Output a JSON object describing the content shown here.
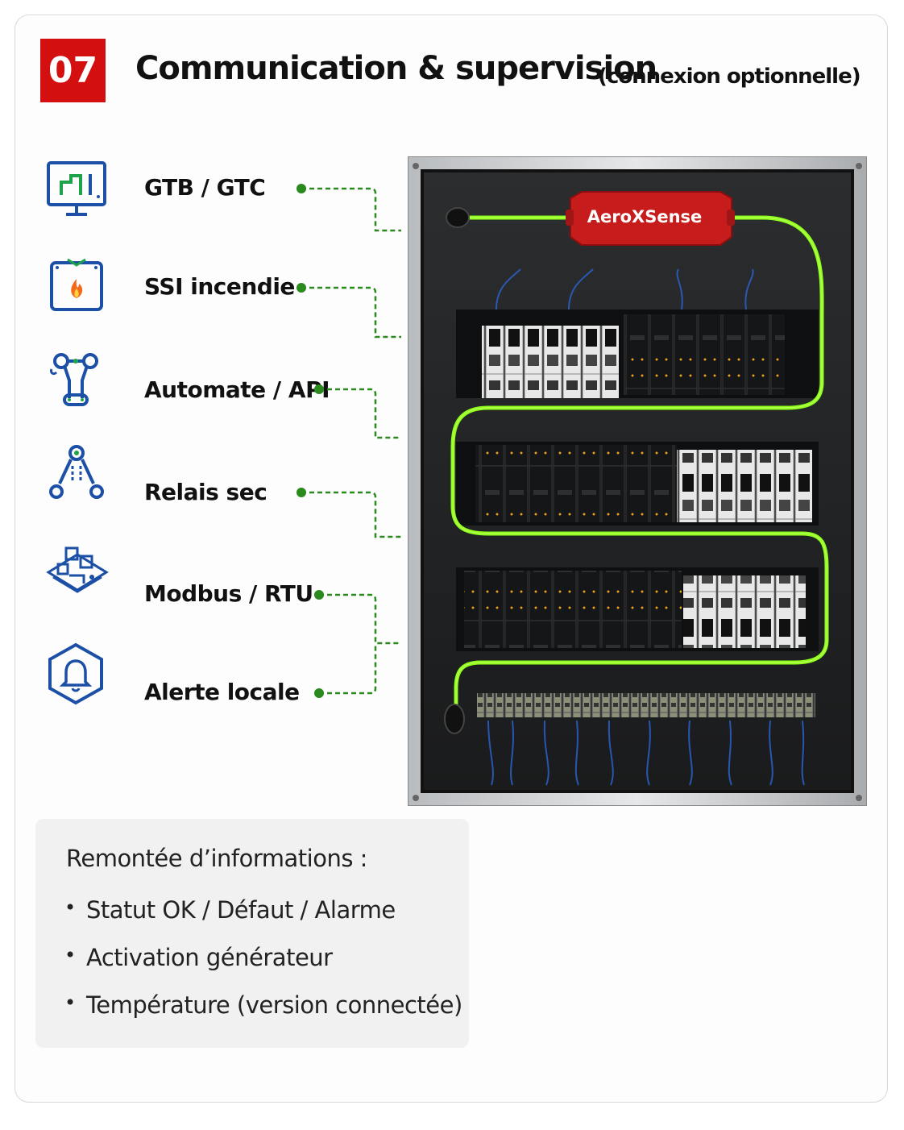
{
  "header": {
    "number": "07",
    "title": "Communication & supervision",
    "subtitle": "(connexion optionnelle)"
  },
  "interfaces": [
    {
      "label": "GTB / GTC",
      "icon": "monitor-chart-icon"
    },
    {
      "label": "SSI incendie",
      "icon": "fire-panel-icon"
    },
    {
      "label": "Automate / API",
      "icon": "plc-automation-icon"
    },
    {
      "label": "Relais sec",
      "icon": "relay-contact-icon"
    },
    {
      "label": "Modbus / RTU",
      "icon": "modbus-network-icon"
    },
    {
      "label": "Alerte locale",
      "icon": "bell-alert-icon"
    }
  ],
  "cabinet": {
    "device_label": "AeroXSense"
  },
  "info_box": {
    "title": "Remontée d’informations :",
    "items": [
      "Statut OK / Défaut / Alarme",
      "Activation générateur",
      "Température (version connectée)"
    ]
  },
  "colors": {
    "accent_red": "#d40f0f",
    "icon_blue": "#1c4fa6",
    "connector_green": "#2a8a1e",
    "cable_green": "#8cff1a"
  }
}
